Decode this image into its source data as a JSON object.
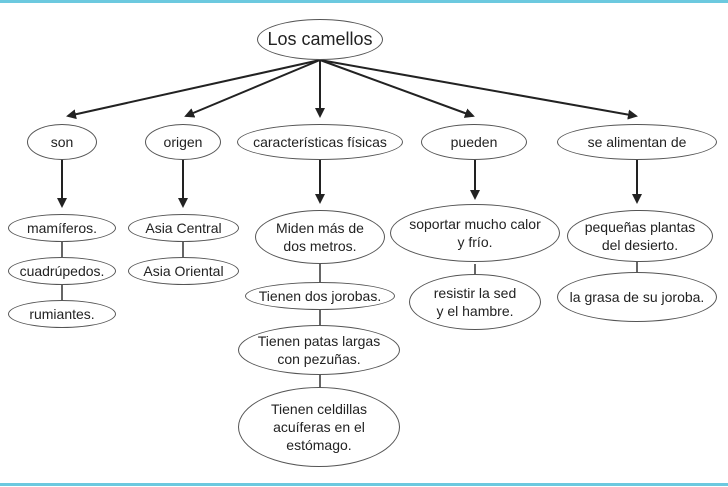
{
  "root": "Los camellos",
  "branches": [
    {
      "label": "son",
      "items": [
        "mamíferos.",
        "cuadrúpedos.",
        "rumiantes."
      ]
    },
    {
      "label": "origen",
      "items": [
        "Asia Central",
        "Asia Oriental"
      ]
    },
    {
      "label": "características físicas",
      "items": [
        "Miden más de\ndos metros.",
        "Tienen dos jorobas.",
        "Tienen patas largas\ncon pezuñas.",
        "Tienen celdillas\nacuíferas en el\nestómago."
      ]
    },
    {
      "label": "pueden",
      "items": [
        "soportar mucho calor\ny frío.",
        "resistir la sed\ny el hambre."
      ]
    },
    {
      "label": "se alimentan de",
      "items": [
        "pequeñas plantas\ndel desierto.",
        "la grasa de su joroba."
      ]
    }
  ]
}
